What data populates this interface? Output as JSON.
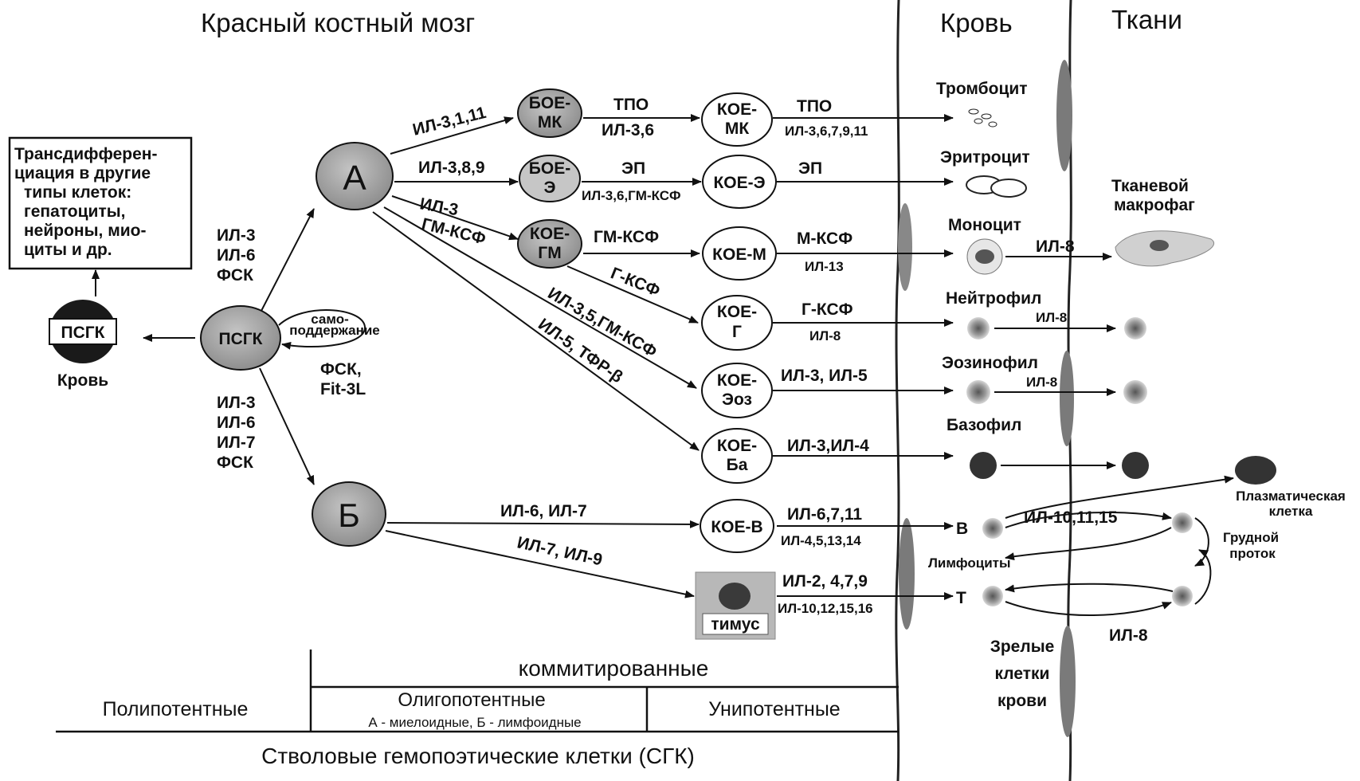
{
  "headers": {
    "marrow": "Красный костный мозг",
    "blood": "Кровь",
    "tissues": "Ткани"
  },
  "transdiff_box": [
    "Трансдифферен-",
    "циация в другие",
    "типы клеток:",
    "гепатоциты,",
    "нейроны, мио-",
    "циты  и др."
  ],
  "cells": {
    "psgk_blood": "ПСГК",
    "psgk_blood_caption": "Кровь",
    "psgk": "ПСГК",
    "self_renewal": [
      "само-",
      "поддержание"
    ],
    "psgk_factors": [
      "ФСК,",
      "Fit-3L"
    ],
    "a": "А",
    "b": "Б",
    "boe_mk": [
      "БОЕ-",
      "МК"
    ],
    "boe_e": [
      "БОЕ-",
      "Э"
    ],
    "koe_gm": [
      "КОЕ-",
      "ГМ"
    ],
    "koe_mk": [
      "КОЕ-",
      "МК"
    ],
    "koe_e": "КОЕ-Э",
    "koe_m": "КОЕ-М",
    "koe_g": [
      "КОЕ-",
      "Г"
    ],
    "koe_eoz": [
      "КОЕ-",
      "Эоз"
    ],
    "koe_ba": [
      "КОЕ-",
      "Ба"
    ],
    "koe_v": "КОЕ-В",
    "thymus": "тимус"
  },
  "factors": {
    "to_a": [
      "ИЛ-3",
      "ИЛ-6",
      "ФСК"
    ],
    "to_b": [
      "ИЛ-3",
      "ИЛ-6",
      "ИЛ-7",
      "ФСК"
    ],
    "a_boe_mk": "ИЛ-3,1,11",
    "a_boe_e": "ИЛ-3,8,9",
    "a_koe_gm": [
      "ИЛ-3",
      "ГМ-КСФ"
    ],
    "a_eoz": "ИЛ-3,5,ГМ-КСФ",
    "a_ba": "ИЛ-5, ТФР-β",
    "boe_mk_koe": [
      "ТПО",
      "ИЛ-3,6"
    ],
    "boe_e_koe": [
      "ЭП",
      "ИЛ-3,6,ГМ-КСФ"
    ],
    "gm_m": "ГМ-КСФ",
    "gm_g": "Г-КСФ",
    "mk_out": [
      "ТПО",
      "ИЛ-3,6,7,9,11"
    ],
    "e_out": "ЭП",
    "m_out": [
      "М-КСФ",
      "ИЛ-13"
    ],
    "g_out": [
      "Г-КСФ",
      "ИЛ-8"
    ],
    "eoz_out": "ИЛ-3, ИЛ-5",
    "ba_out": "ИЛ-3,ИЛ-4",
    "b_koe_v": "ИЛ-6, ИЛ-7",
    "b_thymus": "ИЛ-7, ИЛ-9",
    "v_out": [
      "ИЛ-6,7,11",
      "ИЛ-4,5,13,14"
    ],
    "t_out": [
      "ИЛ-2, 4,7,9",
      "ИЛ-10,12,15,16"
    ],
    "mono_tissue": "ИЛ-8",
    "neut_tissue": "ИЛ-8",
    "eos_tissue": "ИЛ-8",
    "lymph_tissue": "ИЛ-10,11,15",
    "lymph_back": "ИЛ-8"
  },
  "mature": {
    "thrombocyte": "Тромбоцит",
    "erythrocyte": "Эритроцит",
    "monocyte": "Моноцит",
    "neutrophil": "Нейтрофил",
    "eosinophil": "Эозинофил",
    "basophil": "Базофил",
    "lymphocytes": "Лимфоциты",
    "b_letter": "В",
    "t_letter": "Т",
    "tissue_macrophage": [
      "Тканевой",
      "макрофаг"
    ],
    "plasma_cell": [
      "Плазматическая",
      "клетка"
    ],
    "thoracic_duct": [
      "Грудной",
      "проток"
    ],
    "mature_cells": [
      "Зрелые",
      "клетки",
      "крови"
    ]
  },
  "bottom": {
    "committed": "коммитированные",
    "polypotent": "Полипотентные",
    "oligopotent": "Олигопотентные",
    "oligopotent_sub": "А - миелоидные, Б - лимфоидные",
    "unipotent": "Унипотентные",
    "caption": "Стволовые гемопоэтические клетки (СГК)"
  }
}
